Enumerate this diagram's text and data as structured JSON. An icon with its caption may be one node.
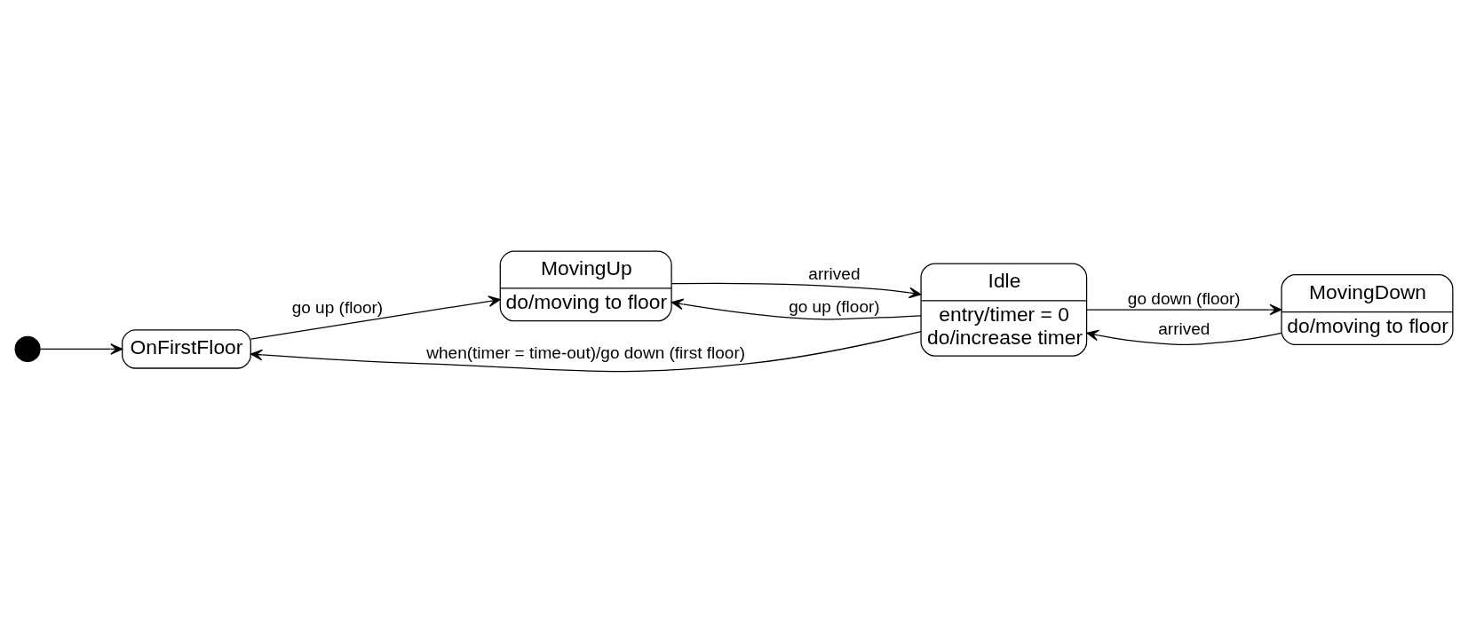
{
  "diagram": {
    "nodes": [
      {
        "text": [],
        "shape": "circle"
      },
      {
        "text": [
          "OnFirstFloor"
        ]
      },
      {
        "text": [
          "MovingUp",
          "do/moving to floor"
        ]
      },
      {
        "text": [
          "MovingDown",
          "do/moving to floor"
        ]
      },
      {
        "text": [
          "Idle",
          "entry/timer = 0",
          "do/increase timer"
        ]
      }
    ],
    "edges": [
      {
        "from": 0,
        "to": 1,
        "arrow": "to"
      },
      {
        "from": 1,
        "to": 2,
        "arrow": "to",
        "label": "go up (floor)"
      },
      {
        "from": 2,
        "to": 4,
        "arrow": "to",
        "label": "arrived"
      },
      {
        "from": 4,
        "to": 3,
        "arrow": "to",
        "label": "go down (floor)"
      },
      {
        "from": 3,
        "to": 4,
        "arrow": "to",
        "label": "arrived"
      },
      {
        "from": 4,
        "to": 2,
        "arrow": "to",
        "label": "go up (floor)"
      },
      {
        "from": 4,
        "to": 1,
        "arrow": "to",
        "label": "when(timer = time-out)/go down (first floor)"
      }
    ]
  }
}
